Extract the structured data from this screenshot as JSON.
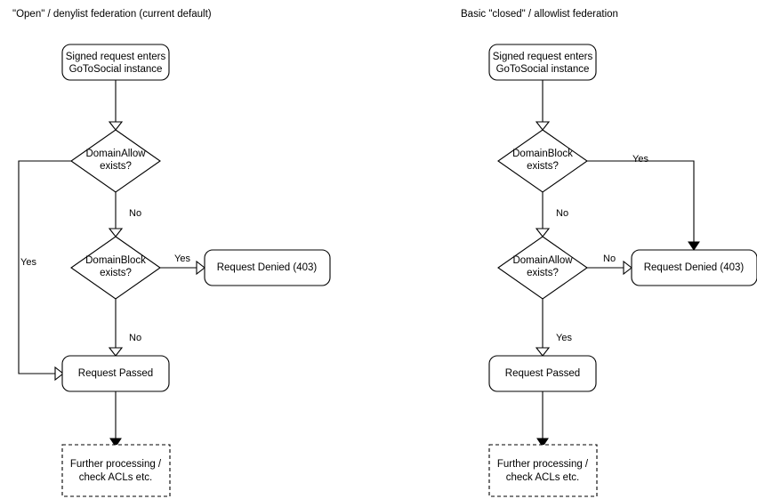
{
  "diagram": {
    "title_left": "\"Open\" / denylist federation (current default)",
    "title_right": "Basic \"closed\" / allowlist federation",
    "panels": [
      {
        "id": "open-denylist",
        "title": "\"Open\" / denylist federation (current default)",
        "nodes": {
          "entry_line1": "Signed request enters",
          "entry_line2": "GoToSocial instance",
          "decision1_line1": "DomainAllow",
          "decision1_line2": "exists?",
          "decision2_line1": "DomainBlock",
          "decision2_line2": "exists?",
          "denied": "Request Denied (403)",
          "passed": "Request Passed",
          "further_line1": "Further processing /",
          "further_line2": "check ACLs etc."
        },
        "edge_labels": {
          "allow_yes": "Yes",
          "allow_no": "No",
          "block_yes": "Yes",
          "block_no": "No"
        }
      },
      {
        "id": "closed-allowlist",
        "title": "Basic \"closed\" / allowlist federation",
        "nodes": {
          "entry_line1": "Signed request enters",
          "entry_line2": "GoToSocial instance",
          "decision1_line1": "DomainBlock",
          "decision1_line2": "exists?",
          "decision2_line1": "DomainAllow",
          "decision2_line2": "exists?",
          "denied": "Request Denied (403)",
          "passed": "Request Passed",
          "further_line1": "Further processing /",
          "further_line2": "check ACLs etc."
        },
        "edge_labels": {
          "block_yes": "Yes",
          "block_no": "No",
          "allow_no": "No",
          "allow_yes": "Yes"
        }
      }
    ],
    "colors": {
      "stroke": "#000000",
      "fill": "#ffffff",
      "text": "#000000",
      "background": "#ffffff"
    }
  }
}
